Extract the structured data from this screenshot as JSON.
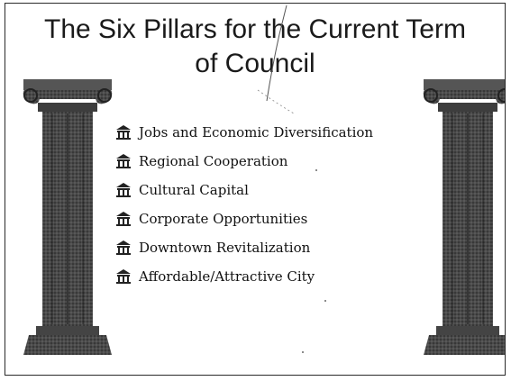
{
  "slide": {
    "title_line1": "The Six Pillars for the Current Term",
    "title_line2": "of Council",
    "bullet_icon": "building-pillar-icon",
    "items": [
      "Jobs and Economic Diversification",
      "Regional Cooperation",
      "Cultural Capital",
      "Corporate Opportunities",
      "Downtown Revitalization",
      "Affordable/Attractive City"
    ]
  },
  "colors": {
    "text": "#1a1a1a",
    "pillar": "#3b3b3b",
    "border": "#2a2a2a"
  }
}
